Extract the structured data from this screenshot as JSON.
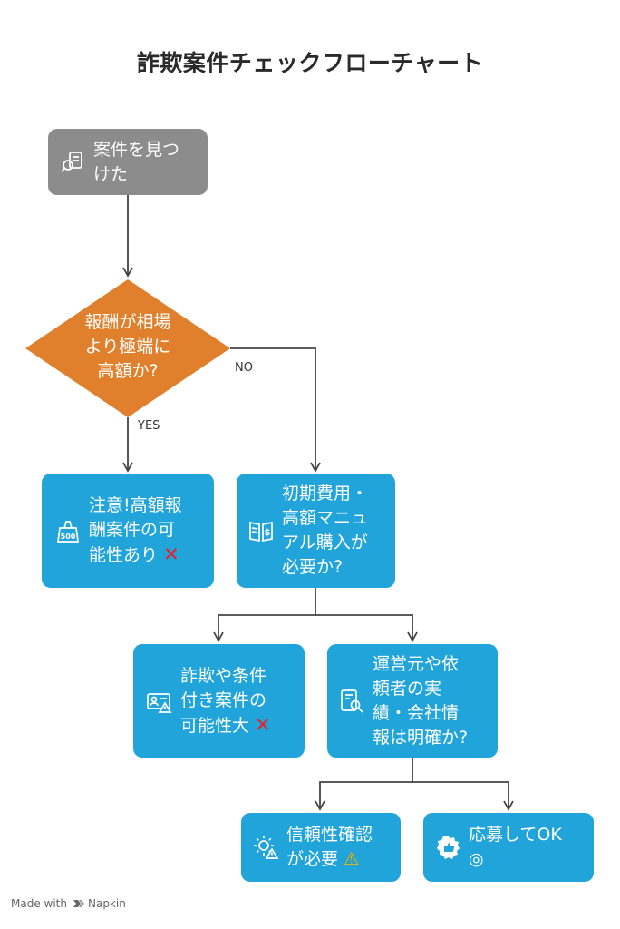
{
  "title": "詐欺案件チェックフローチャート",
  "nodes": {
    "start": {
      "text": "案件を見つ\nけた",
      "icon": "search-document-icon"
    },
    "decision_reward": {
      "text": "報酬が相場\nより極端に\n高額か?"
    },
    "warning_high_reward": {
      "text": "注意!高額報\n酬案件の可\n能性あり",
      "mark": "✕",
      "icon": "money-bag-500-icon"
    },
    "decision_fee": {
      "text": "初期費用・\n高額マニュ\nアル購入が\n必要か?",
      "icon": "manual-book-icon"
    },
    "fraud_likely": {
      "text": "詐欺や条件\n付き案件の\n可能性大",
      "mark": "✕",
      "icon": "id-card-warning-icon"
    },
    "decision_company": {
      "text": "運営元や依\n頼者の実\n績・会社情\n報は明確か?",
      "icon": "document-search-icon"
    },
    "need_verify": {
      "text": "信頼性確認\nが必要",
      "mark": "⚠",
      "icon": "gear-warning-icon"
    },
    "ok_apply": {
      "text": "応募してOK\n◎",
      "icon": "thumbs-up-icon"
    }
  },
  "edges": {
    "yes_label": "YES",
    "no_label": "NO"
  },
  "footer": {
    "made_with": "Made with",
    "brand": "Napkin"
  },
  "colors": {
    "gray": "#8c8c8c",
    "orange": "#e07f2c",
    "blue": "#21a4d9",
    "line": "#444444",
    "x_mark": "#e8202a",
    "warning": "#f5c518"
  }
}
